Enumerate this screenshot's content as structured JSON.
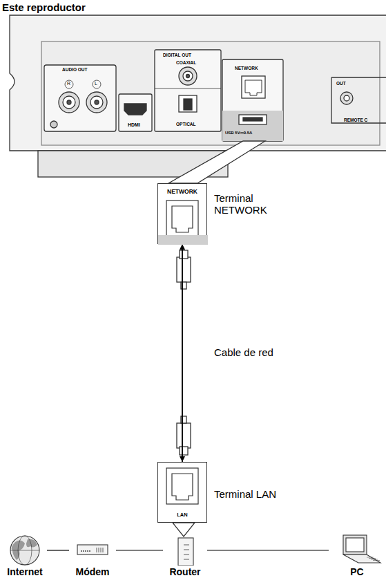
{
  "diagram": {
    "title": "Este reproductor",
    "nodes": [
      {
        "text": [
          "NETWORK"
        ]
      },
      {
        "text": [
          "LAN"
        ]
      },
      {
        "text": [
          "Internet"
        ]
      },
      {
        "text": [
          "Módem"
        ]
      },
      {
        "text": [
          "Router"
        ]
      },
      {
        "text": [
          "PC"
        ]
      }
    ],
    "edges": [
      {
        "from": 0,
        "to": 1,
        "arrow": "both",
        "label": "Cable de red"
      },
      {
        "from": 2,
        "to": 3,
        "arrow": "none"
      },
      {
        "from": 3,
        "to": 4,
        "arrow": "none"
      },
      {
        "from": 4,
        "to": 5,
        "arrow": "none"
      }
    ],
    "labels": [
      "AUDIO OUT",
      "R",
      "L",
      "HDMI",
      "DIGITAL OUT",
      "COAXIAL",
      "OPTICAL",
      "NETWORK",
      "USB 5V⎓0.5A",
      "OUT",
      "REMOTE C",
      "Terminal NETWORK",
      "Terminal LAN"
    ]
  }
}
